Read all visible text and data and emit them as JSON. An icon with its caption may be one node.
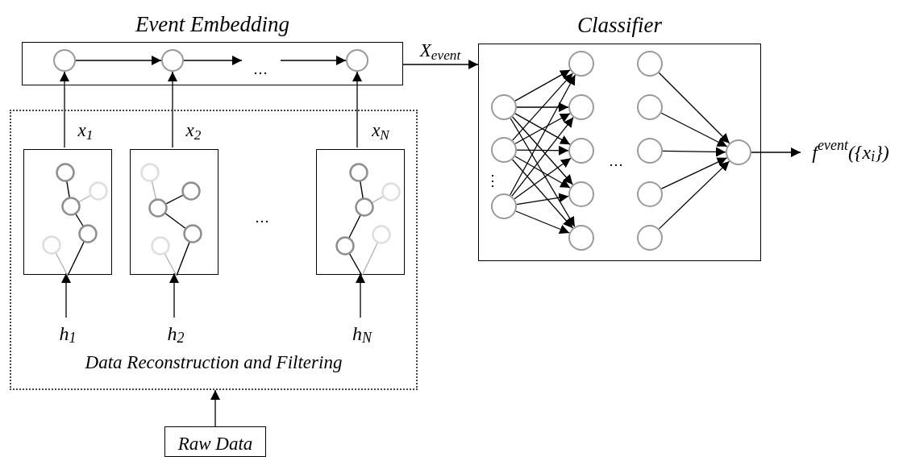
{
  "diagram": {
    "nodes": [
      {
        "text": [
          "Event Embedding"
        ]
      },
      {
        "text": [],
        "shape": "circle",
        "in": 0
      },
      {
        "text": [],
        "shape": "circle",
        "in": 0
      },
      {
        "text": [],
        "shape": "circle",
        "in": 0
      },
      {
        "text": [
          "Data Reconstruction and Filtering"
        ]
      },
      {
        "text": [],
        "shape": "box",
        "in": 4
      },
      {
        "text": [],
        "shape": "box",
        "in": 4
      },
      {
        "text": [],
        "shape": "box",
        "in": 4
      },
      {
        "text": [
          "h$_{1}$"
        ],
        "in": 4
      },
      {
        "text": [
          "h$_{2}$"
        ],
        "in": 4
      },
      {
        "text": [
          "h$_{N}$"
        ],
        "in": 4
      },
      {
        "text": [
          "Raw Data"
        ]
      },
      {
        "text": [
          "Classifier"
        ]
      },
      {
        "text": [],
        "shape": "circle",
        "in": 12
      },
      {
        "text": [],
        "shape": "circle",
        "in": 12
      },
      {
        "text": [],
        "shape": "circle",
        "in": 12
      },
      {
        "text": [],
        "shape": "circle",
        "in": 12
      },
      {
        "text": [],
        "shape": "circle",
        "in": 12
      },
      {
        "text": [],
        "shape": "circle",
        "in": 12
      },
      {
        "text": [],
        "shape": "circle",
        "in": 12
      },
      {
        "text": [],
        "shape": "circle",
        "in": 12
      },
      {
        "text": [],
        "shape": "circle",
        "in": 12
      },
      {
        "text": [],
        "shape": "circle",
        "in": 12
      },
      {
        "text": [],
        "shape": "circle",
        "in": 12
      },
      {
        "text": [],
        "shape": "circle",
        "in": 12
      },
      {
        "text": [],
        "shape": "circle",
        "in": 12
      },
      {
        "text": [],
        "shape": "circle",
        "in": 12
      },
      {
        "text": [
          "f$^{event}$({x$_{i}$})"
        ]
      }
    ],
    "edges": [
      {
        "from": 1,
        "to": 2,
        "arrow": "to"
      },
      {
        "from": 2,
        "to": null,
        "arrow": "to"
      },
      {
        "from": null,
        "to": 3,
        "arrow": "to"
      },
      {
        "from": 5,
        "to": 1,
        "arrow": "to",
        "label": "x$_{1}$"
      },
      {
        "from": 6,
        "to": 2,
        "arrow": "to",
        "label": "x$_{2}$"
      },
      {
        "from": 7,
        "to": 3,
        "arrow": "to",
        "label": "x$_{N}$"
      },
      {
        "from": 8,
        "to": 5,
        "arrow": "to"
      },
      {
        "from": 9,
        "to": 6,
        "arrow": "to"
      },
      {
        "from": 10,
        "to": 7,
        "arrow": "to"
      },
      {
        "from": 11,
        "to": 4,
        "arrow": "to"
      },
      {
        "from": 0,
        "to": 12,
        "arrow": "to",
        "label": "X$_{event}$"
      },
      {
        "from": 13,
        "to": 16,
        "arrow": "to"
      },
      {
        "from": 13,
        "to": 17,
        "arrow": "to"
      },
      {
        "from": 13,
        "to": 18,
        "arrow": "to"
      },
      {
        "from": 13,
        "to": 19,
        "arrow": "to"
      },
      {
        "from": 13,
        "to": 20,
        "arrow": "to"
      },
      {
        "from": 14,
        "to": 16,
        "arrow": "to"
      },
      {
        "from": 14,
        "to": 17,
        "arrow": "to"
      },
      {
        "from": 14,
        "to": 18,
        "arrow": "to"
      },
      {
        "from": 14,
        "to": 19,
        "arrow": "to"
      },
      {
        "from": 14,
        "to": 20,
        "arrow": "to"
      },
      {
        "from": 15,
        "to": 16,
        "arrow": "to"
      },
      {
        "from": 15,
        "to": 17,
        "arrow": "to"
      },
      {
        "from": 15,
        "to": 18,
        "arrow": "to"
      },
      {
        "from": 15,
        "to": 19,
        "arrow": "to"
      },
      {
        "from": 15,
        "to": 20,
        "arrow": "to"
      },
      {
        "from": 21,
        "to": 26,
        "arrow": "to"
      },
      {
        "from": 22,
        "to": 26,
        "arrow": "to"
      },
      {
        "from": 23,
        "to": 26,
        "arrow": "to"
      },
      {
        "from": 24,
        "to": 26,
        "arrow": "to"
      },
      {
        "from": 25,
        "to": 26,
        "arrow": "to"
      },
      {
        "from": 26,
        "to": 27,
        "arrow": "to"
      }
    ],
    "labels": [
      "…",
      "…",
      "⋮",
      "…"
    ]
  }
}
